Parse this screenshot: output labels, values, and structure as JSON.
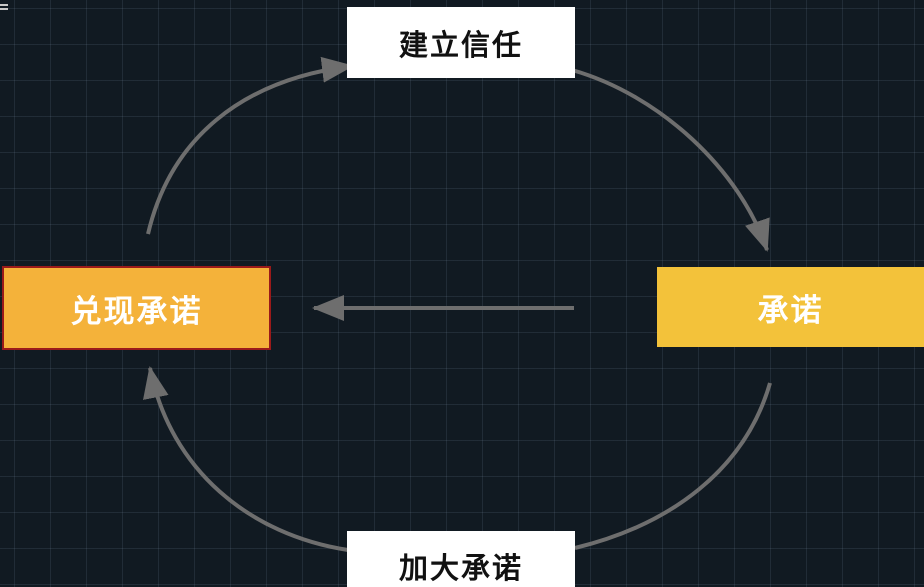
{
  "diagram": {
    "nodes": {
      "top": {
        "label": "建立信任"
      },
      "right": {
        "label": "承诺"
      },
      "bottom": {
        "label": "加大承诺"
      },
      "left": {
        "label": "兑现承诺"
      }
    },
    "edges": [
      {
        "from": "left",
        "to": "top"
      },
      {
        "from": "top",
        "to": "right"
      },
      {
        "from": "right",
        "to": "bottom"
      },
      {
        "from": "bottom",
        "to": "left"
      },
      {
        "from": "right",
        "to": "left"
      }
    ],
    "colors": {
      "background": "#111a22",
      "arrow": "#6e6e6e",
      "top_node": "#ffffff",
      "bottom_node": "#ffffff",
      "left_node": "#f4b23a",
      "left_node_border": "#9a1a1a",
      "right_node": "#f3c23a"
    }
  },
  "icons": {
    "corner_menu": "menu-icon"
  }
}
